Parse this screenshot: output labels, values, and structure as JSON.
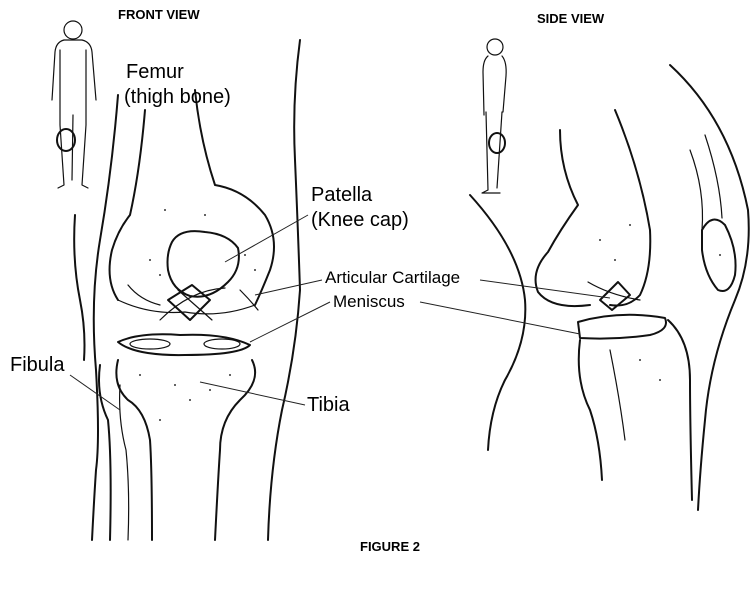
{
  "views": {
    "front": "FRONT VIEW",
    "side": "SIDE VIEW"
  },
  "labels": {
    "femur_line1": "Femur",
    "femur_line2": "(thigh bone)",
    "patella_line1": "Patella",
    "patella_line2": "(Knee cap)",
    "articular_cartilage": "Articular Cartilage",
    "meniscus": "Meniscus",
    "fibula": "Fibula",
    "tibia": "Tibia"
  },
  "caption": "FIGURE 2"
}
